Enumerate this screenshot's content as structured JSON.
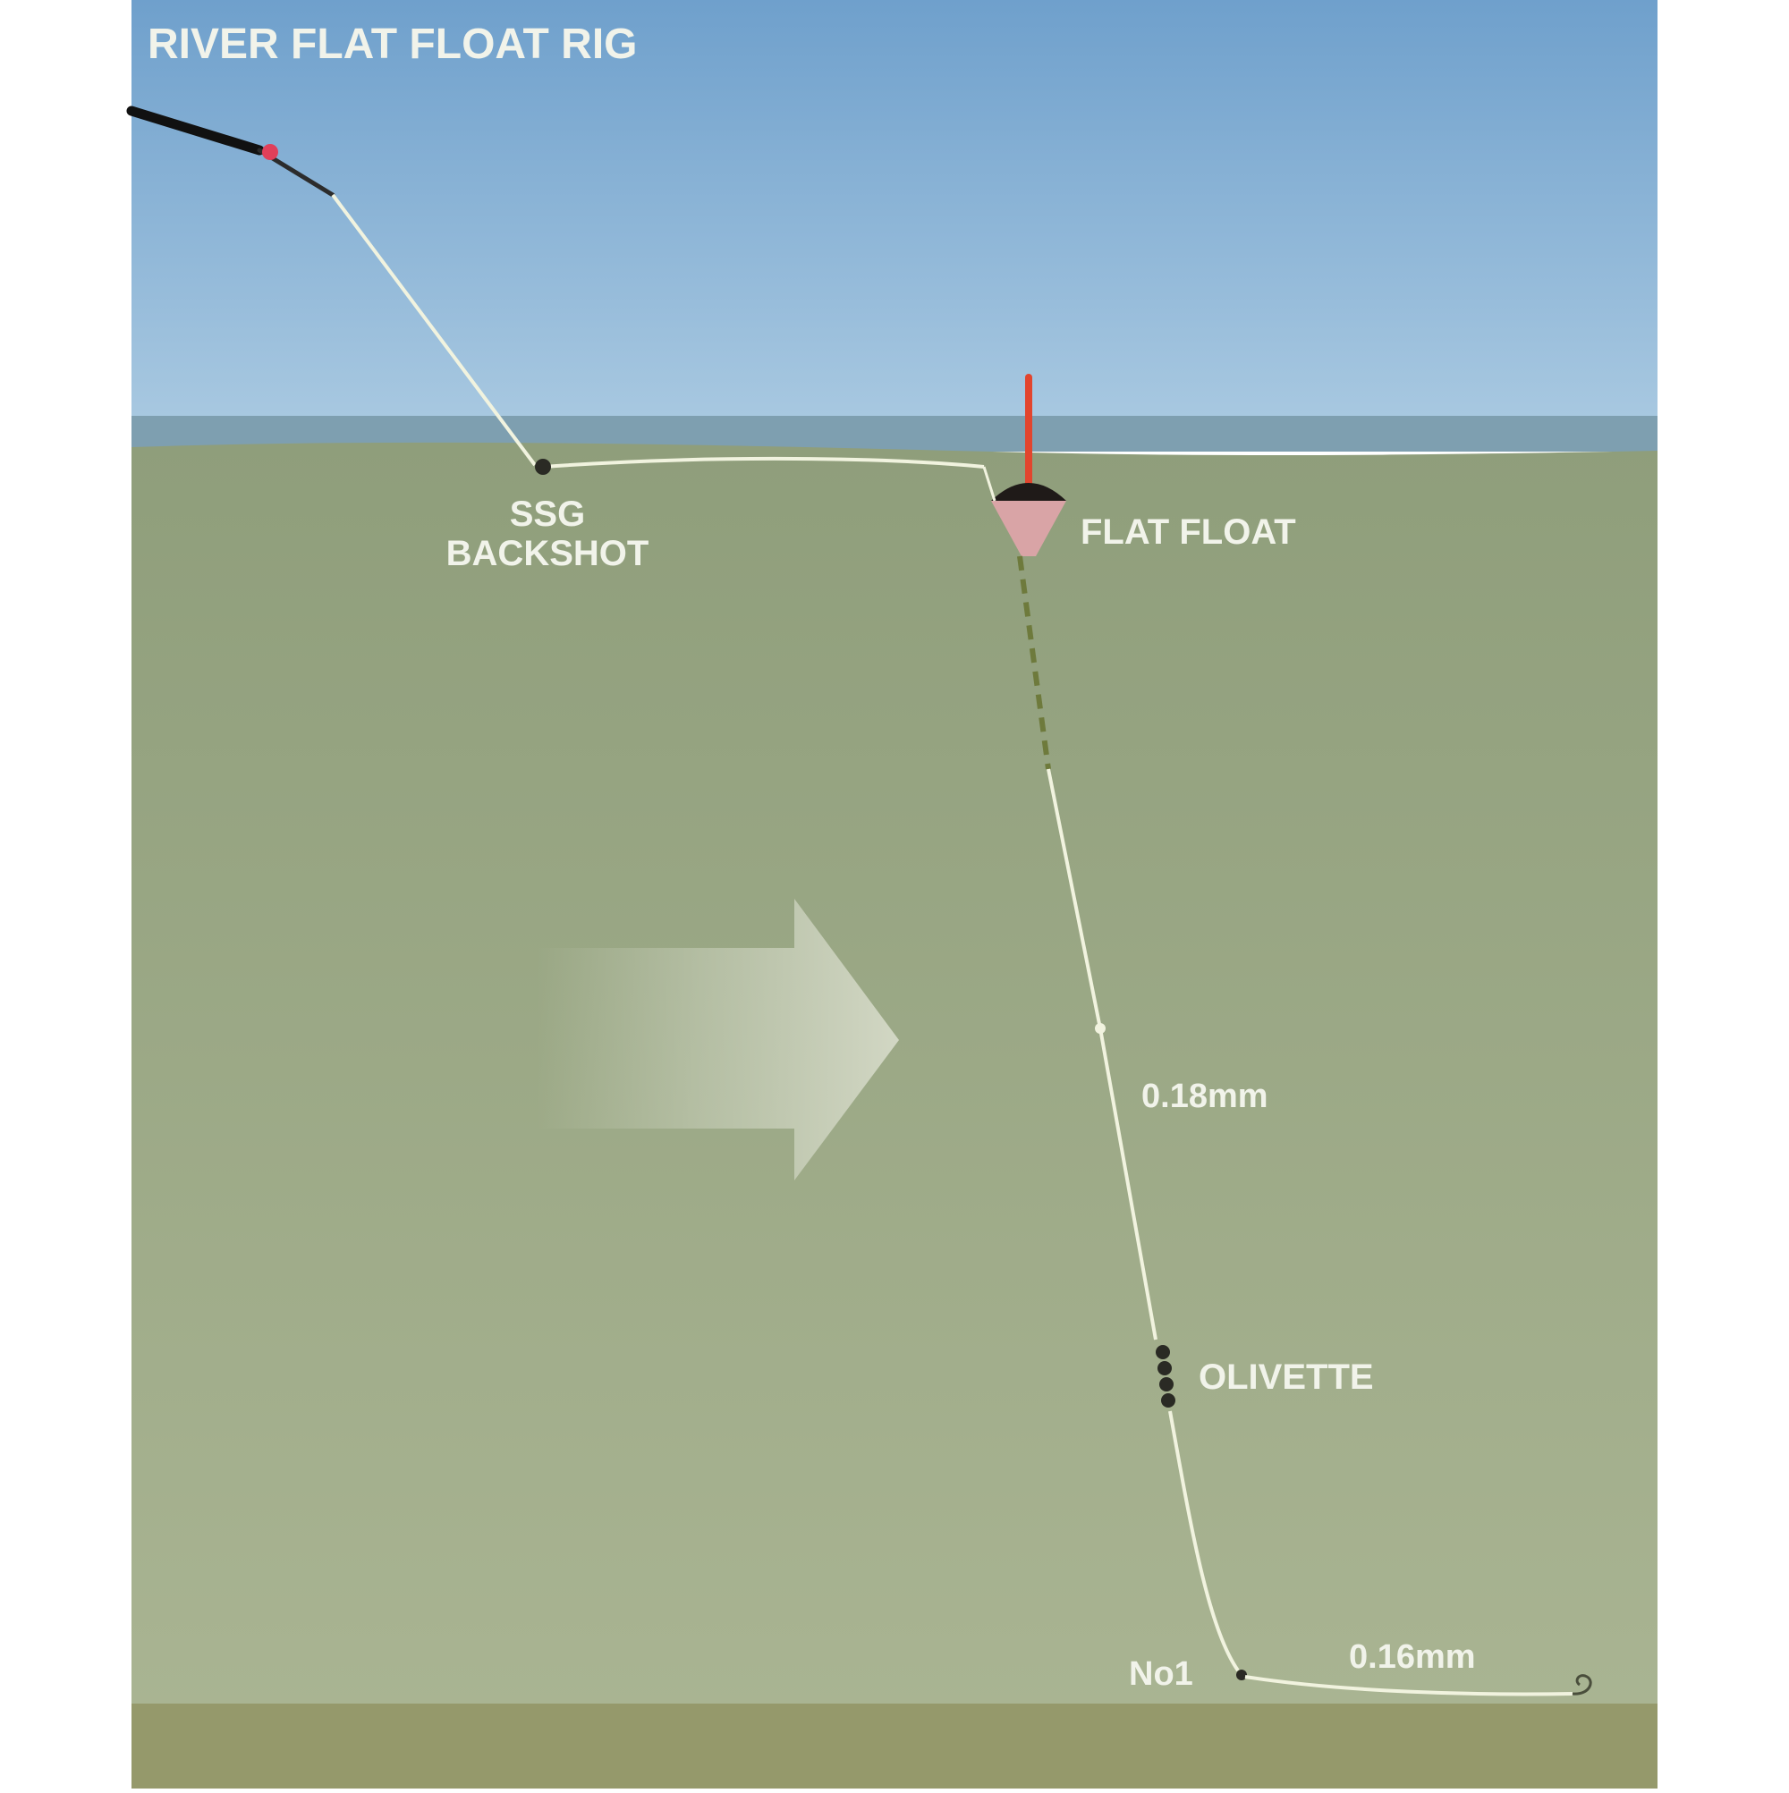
{
  "diagram": {
    "title": "RIVER FLAT FLOAT RIG",
    "labels": {
      "backshot_line1": "SSG",
      "backshot_line2": "BACKSHOT",
      "float": "FLAT FLOAT",
      "main_line": "0.18mm",
      "olivette": "OLIVETTE",
      "dropper": "No1",
      "hooklength": "0.16mm"
    },
    "colors": {
      "sky_top": "#6fa0cc",
      "sky_bottom": "#a9c9e1",
      "water_surface": "#7e9fb0",
      "water_top": "#8f9e7b",
      "water_bottom": "#a9b492",
      "riverbed": "#95996b",
      "line": "#f1f3df",
      "float_tip": "#e2452e",
      "float_body": "#d9a4a6",
      "shot": "#2a2a24"
    },
    "icons": {
      "flow": "flow-direction-arrow-icon",
      "rod": "rod-tip-icon",
      "hook": "hook-icon"
    }
  }
}
